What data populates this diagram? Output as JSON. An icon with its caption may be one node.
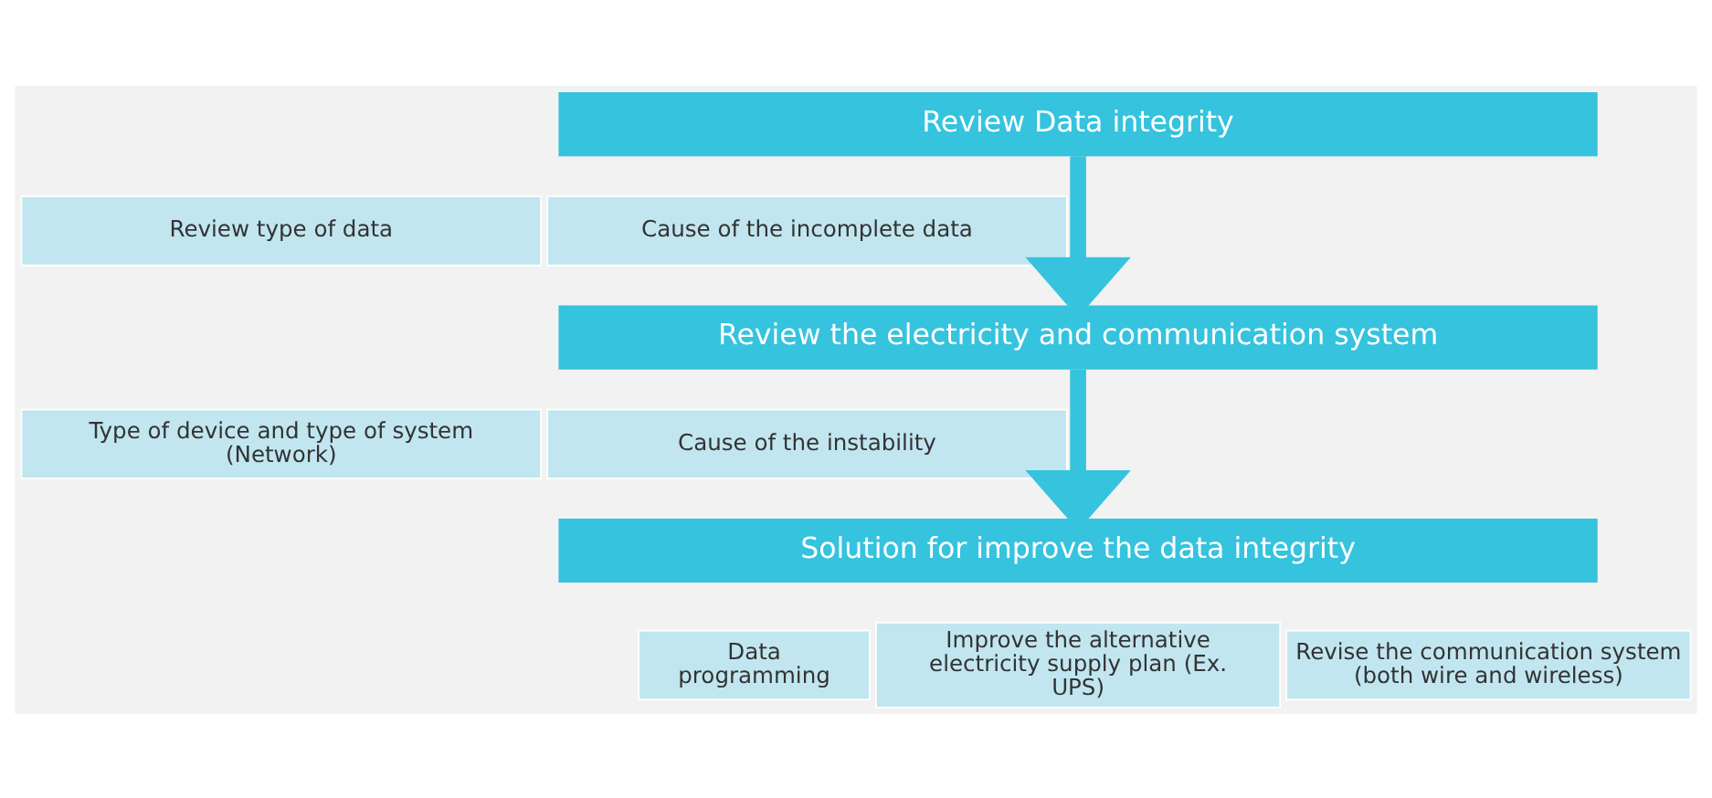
{
  "diagram": {
    "nodes": [
      {
        "text": [
          "Review Data integrity"
        ]
      },
      {
        "text": [
          "Review type of data"
        ]
      },
      {
        "text": [
          "Cause of the incomplete data"
        ]
      },
      {
        "text": [
          "Review the electricity and communication system"
        ]
      },
      {
        "text": [
          "Type of device and type of system (Network)"
        ]
      },
      {
        "text": [
          "Cause of the instability"
        ]
      },
      {
        "text": [
          "Solution for improve the data integrity"
        ]
      },
      {
        "text": [
          "Data programming"
        ]
      },
      {
        "text": [
          "Improve the alternative electricity supply plan (Ex. UPS)"
        ]
      },
      {
        "text": [
          "Revise the communication system (both wire and wireless)"
        ]
      }
    ],
    "edges": [
      {
        "from": 0,
        "to": 3,
        "arrow": "to"
      },
      {
        "from": 3,
        "to": 6,
        "arrow": "to"
      }
    ]
  }
}
